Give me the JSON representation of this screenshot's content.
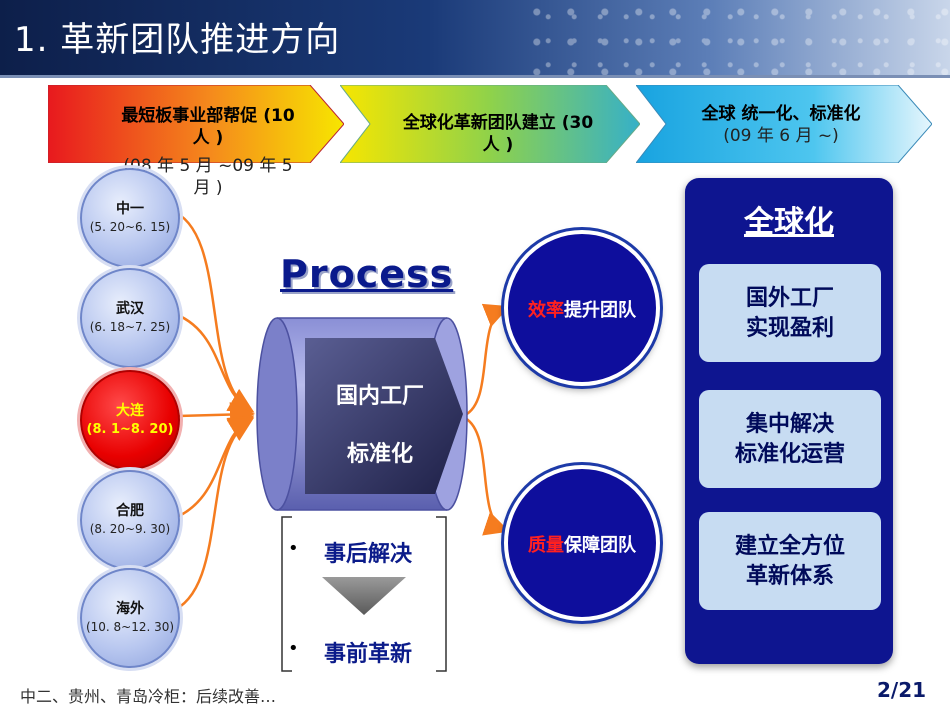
{
  "title": "1. 革新团队推进方向",
  "banners": [
    {
      "line1": "最短板事业部帮促 (10",
      "line2": "人 )",
      "sub1": "(08 年 5 月 ~09 年 5",
      "sub2": "月 )"
    },
    {
      "line1": "全球化革新团队建立 (30",
      "line2": "人 )"
    },
    {
      "line1": "全球 统一化、标准化",
      "sub1": "(09 年 6 月 ~)"
    }
  ],
  "cities": [
    {
      "name": "中一",
      "date": "(5. 20~6. 15)"
    },
    {
      "name": "武汉",
      "date": "(6. 18~7. 25)"
    },
    {
      "name": "大连",
      "date": "(8. 1~8. 20)"
    },
    {
      "name": "合肥",
      "date": "(8. 20~9. 30)"
    },
    {
      "name": "海外",
      "date": "(10. 8~12. 30)"
    }
  ],
  "process": {
    "label": "Process",
    "line1": "国内工厂",
    "line2": "标准化"
  },
  "teams": [
    {
      "highlight": "效率",
      "rest": "提升团队"
    },
    {
      "highlight": "质量",
      "rest": "保障团队"
    }
  ],
  "bullets": [
    "事后解决",
    "事前革新"
  ],
  "bullet_symbol": "•",
  "global": {
    "title": "全球化",
    "boxes": [
      {
        "line1": "国外工厂",
        "line2": "实现盈利"
      },
      {
        "line1": "集中解决",
        "line2": "标准化运营"
      },
      {
        "line1": "建立全方位",
        "line2": "革新体系"
      }
    ]
  },
  "footer": "中二、贵州、青岛冷柜：后续改善…",
  "page": "2/21",
  "colors": {
    "banner_red": "#e8191e",
    "banner_yellow": "#f7e600",
    "banner_green": "#8fd24a",
    "banner_blue": "#18a3e0",
    "navy": "#0e1590",
    "orange": "#f57c1f"
  }
}
